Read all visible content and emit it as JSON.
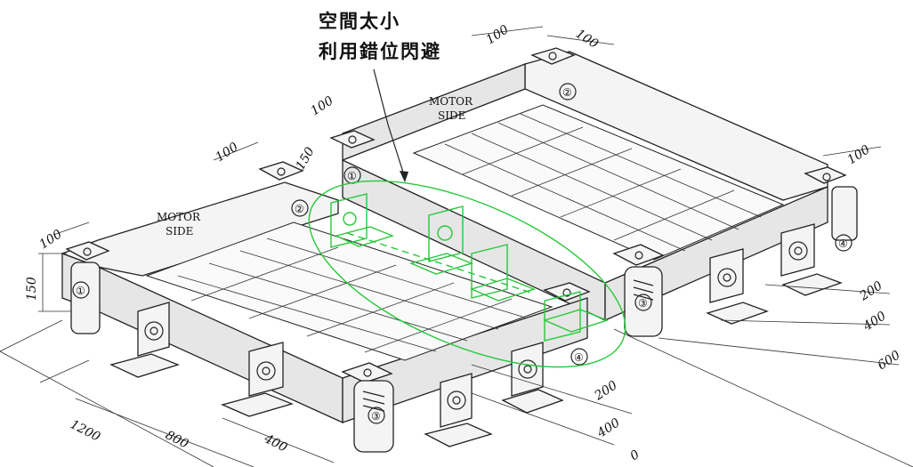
{
  "annotation": {
    "line1": "空間太小",
    "line2": "利用錯位閃避"
  },
  "left_unit": {
    "side_label_line1": "MOTOR",
    "side_label_line2": "SIDE",
    "markers": [
      "①",
      "②",
      "③",
      "④"
    ]
  },
  "right_unit": {
    "side_label_line1": "MOTOR",
    "side_label_line2": "SIDE",
    "markers": [
      "①",
      "②",
      "③",
      "④"
    ]
  },
  "dimensions": {
    "left_height": "150",
    "left_plate_a": "100",
    "left_plate_b": "100",
    "left_plate_c": "150",
    "left_1200": "1200",
    "left_800": "800",
    "left_400": "400",
    "left_200": "200",
    "left_400b": "400",
    "left_bottom_partial": "0",
    "right_100a": "100",
    "right_100b": "100",
    "right_100c": "100",
    "right_100d": "100",
    "right_200": "200",
    "right_400": "400",
    "right_600": "600"
  },
  "colors": {
    "line": "#222222",
    "highlight": "#27c83a"
  }
}
